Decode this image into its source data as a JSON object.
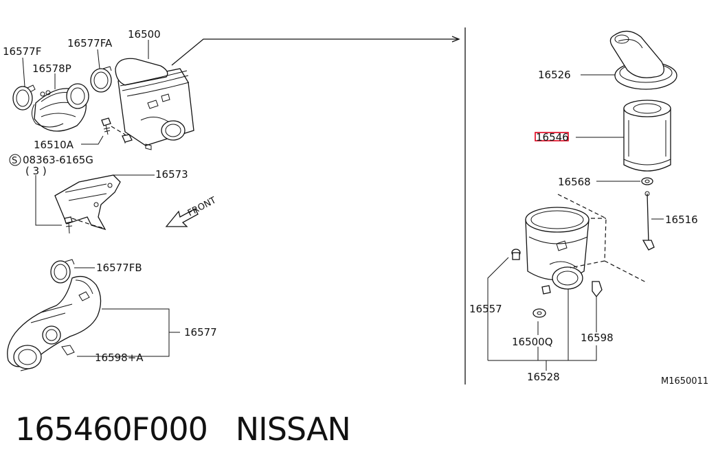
{
  "labels": {
    "p16577F": "16577F",
    "p16577FA": "16577FA",
    "p16500": "16500",
    "p16578P": "16578P",
    "p16510A": "16510A",
    "s08363": "08363-6165G",
    "s_symbol": "S",
    "qty3": "( 3 )",
    "p16573": "16573",
    "front": "FRONT",
    "p16577FB": "16577FB",
    "p16577": "16577",
    "p16598A": "16598+A",
    "p16526": "16526",
    "p16546": "16546",
    "p16568": "16568",
    "p16516": "16516",
    "p16557": "16557",
    "p16500Q": "16500Q",
    "p16598": "16598",
    "p16528": "16528",
    "figure_code": "M1650011"
  },
  "caption": {
    "part_number": "165460F000",
    "brand": "NISSAN"
  },
  "colors": {
    "highlight": "#e0001a",
    "ink": "#111111"
  }
}
